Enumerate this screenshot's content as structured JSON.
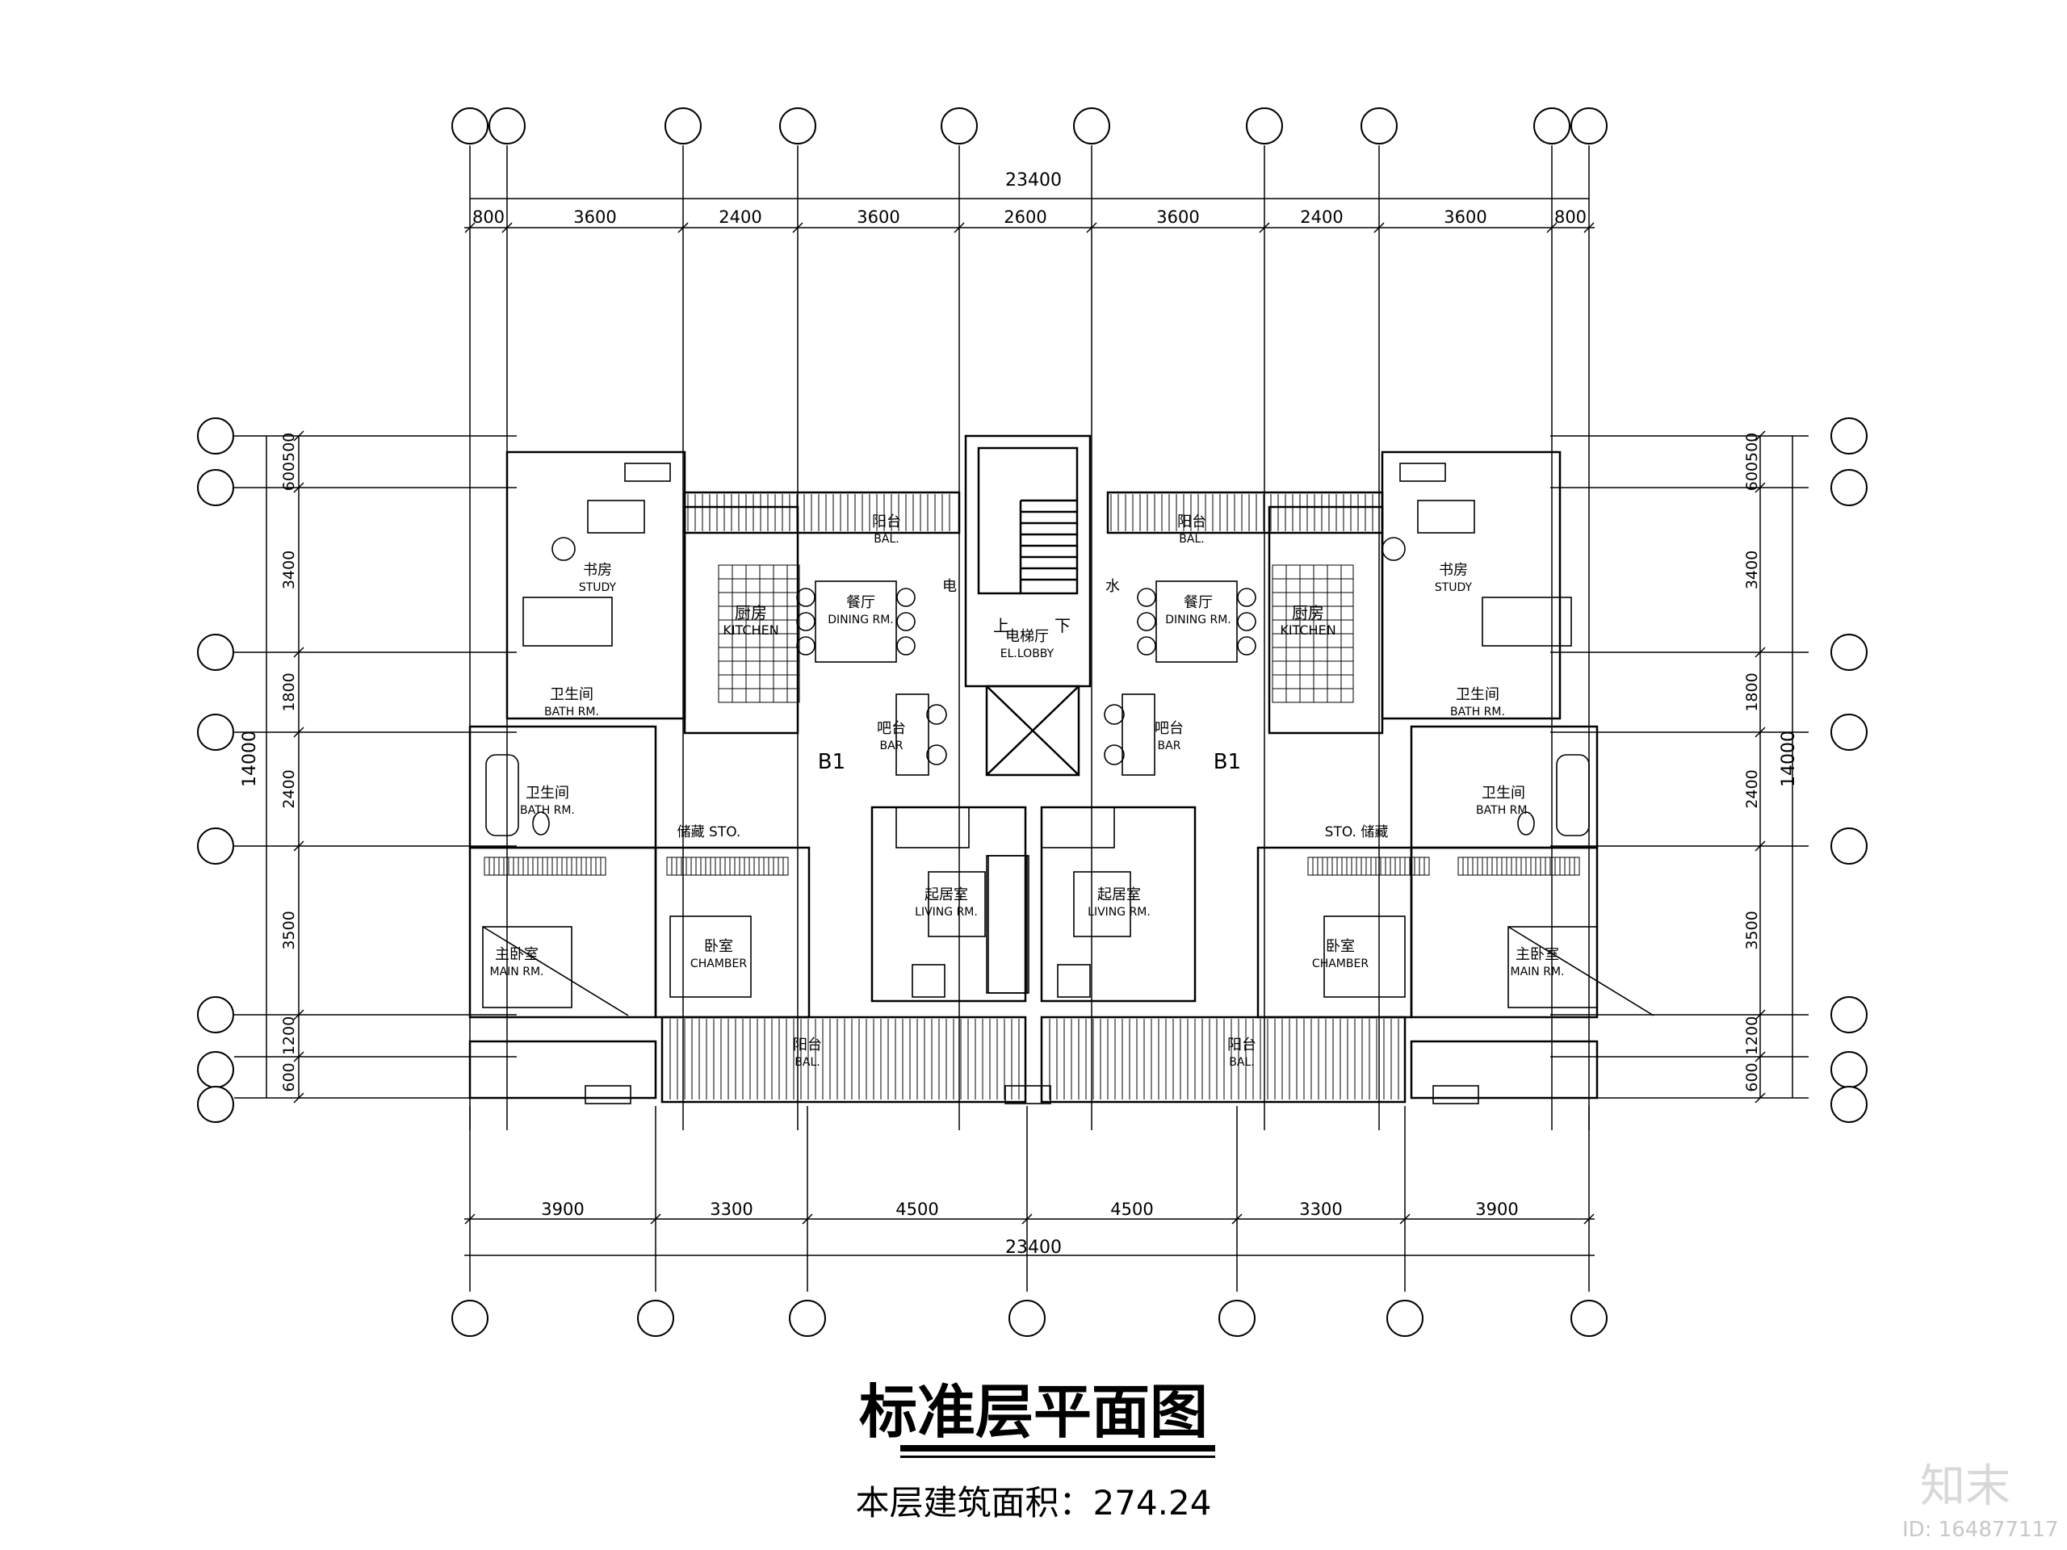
{
  "title": "标准层平面图",
  "area_label": "本层建筑面积：274.24",
  "watermark": {
    "logo": "知末",
    "id": "ID: 164877117"
  },
  "dims": {
    "top_total": "23400",
    "top": [
      "800",
      "3600",
      "2400",
      "3600",
      "2600",
      "3600",
      "2400",
      "3600",
      "800"
    ],
    "bottom_total": "23400",
    "bottom": [
      "3900",
      "3300",
      "4500",
      "4500",
      "3300",
      "3900"
    ],
    "side_total": "14000",
    "side": [
      "600",
      "500",
      "3400",
      "1800",
      "2400",
      "3500",
      "1200",
      "600"
    ]
  },
  "rooms": {
    "study": [
      "书房",
      "STUDY"
    ],
    "kitchen": [
      "厨房",
      "KITCHEN"
    ],
    "dining": [
      "餐厅",
      "DINING RM."
    ],
    "bath": [
      "卫生间",
      "BATH RM."
    ],
    "bar": [
      "吧台",
      "BAR"
    ],
    "balcony": [
      "阳台",
      "BAL."
    ],
    "storage": [
      "储藏",
      "STO."
    ],
    "living": [
      "起居室",
      "LIVING RM."
    ],
    "chamber": [
      "卧室",
      "CHAMBER"
    ],
    "master": [
      "主卧室",
      "MAIN RM."
    ],
    "lobby": [
      "电梯厅",
      "EL.LOBBY"
    ],
    "unit": "B1",
    "up": "上",
    "down": "下",
    "elec": "电",
    "water": "水"
  }
}
